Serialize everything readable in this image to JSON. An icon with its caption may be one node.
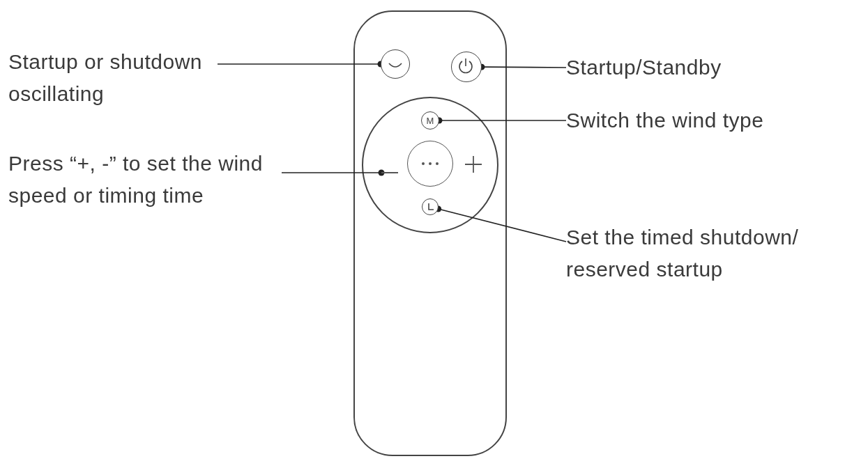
{
  "diagram": {
    "nodes": [
      {
        "text": [
          "Startup or shutdown oscillating"
        ]
      },
      {
        "text": [
          "Startup/Standby"
        ]
      },
      {
        "text": [
          "Switch the wind type"
        ]
      },
      {
        "text": [
          "Press “+, -” to set the wind speed or timing time"
        ]
      },
      {
        "text": [
          "Set the timed shutdown/ reserved startup"
        ]
      },
      {
        "text": [],
        "shape": "circle"
      },
      {
        "text": [],
        "shape": "circle"
      },
      {
        "text": [
          "M"
        ]
      },
      {
        "text": [],
        "shape": "bar"
      },
      {
        "text": [],
        "shape": "circle"
      }
    ],
    "edges": [
      {
        "from": 0,
        "to": 5,
        "arrow": "other"
      },
      {
        "from": 1,
        "to": 6,
        "arrow": "other"
      },
      {
        "from": 2,
        "to": 7,
        "arrow": "other"
      },
      {
        "from": 3,
        "to": 8,
        "arrow": "other"
      },
      {
        "from": 4,
        "to": 9,
        "arrow": "other"
      }
    ]
  }
}
